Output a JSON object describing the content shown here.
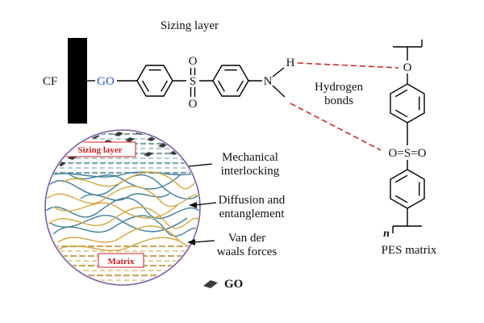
{
  "labels": {
    "top": {
      "sizing_layer": "Sizing layer",
      "cf": "CF",
      "go": "GO",
      "o_above": "O",
      "o_below": "O",
      "s": "S",
      "n": "N",
      "h": "H",
      "hydrogen1": "Hydrogen",
      "hydrogen2": "bonds"
    },
    "pes": {
      "o": "O",
      "oso": "O=S=O",
      "n": "n",
      "caption": "PES matrix"
    },
    "inset": {
      "sizing": "Sizing layer",
      "matrix": "Matrix"
    },
    "annotations": {
      "mech1": "Mechanical",
      "mech2": "interlocking",
      "diff1": "Diffusion and",
      "diff2": "entanglement",
      "vdw1": "Van der",
      "vdw2": "waals forces"
    },
    "legend": {
      "go": "GO"
    }
  },
  "colors": {
    "ink": "#111111",
    "go_text": "#2b50d6",
    "hbond": "#cc2a2a",
    "red_label": "#cf2020",
    "circle_stroke": "#7a5fa5",
    "chain_blue": "#3f7f9a",
    "chain_orange": "#d6a83f",
    "stripe_top": "#7fa3a8",
    "stripe_top_light": "#b7cdd1",
    "stripe_bottom": "#c9a95e",
    "stripe_bottom_light": "#e0d2a0",
    "flake": "#3a3a3a"
  }
}
